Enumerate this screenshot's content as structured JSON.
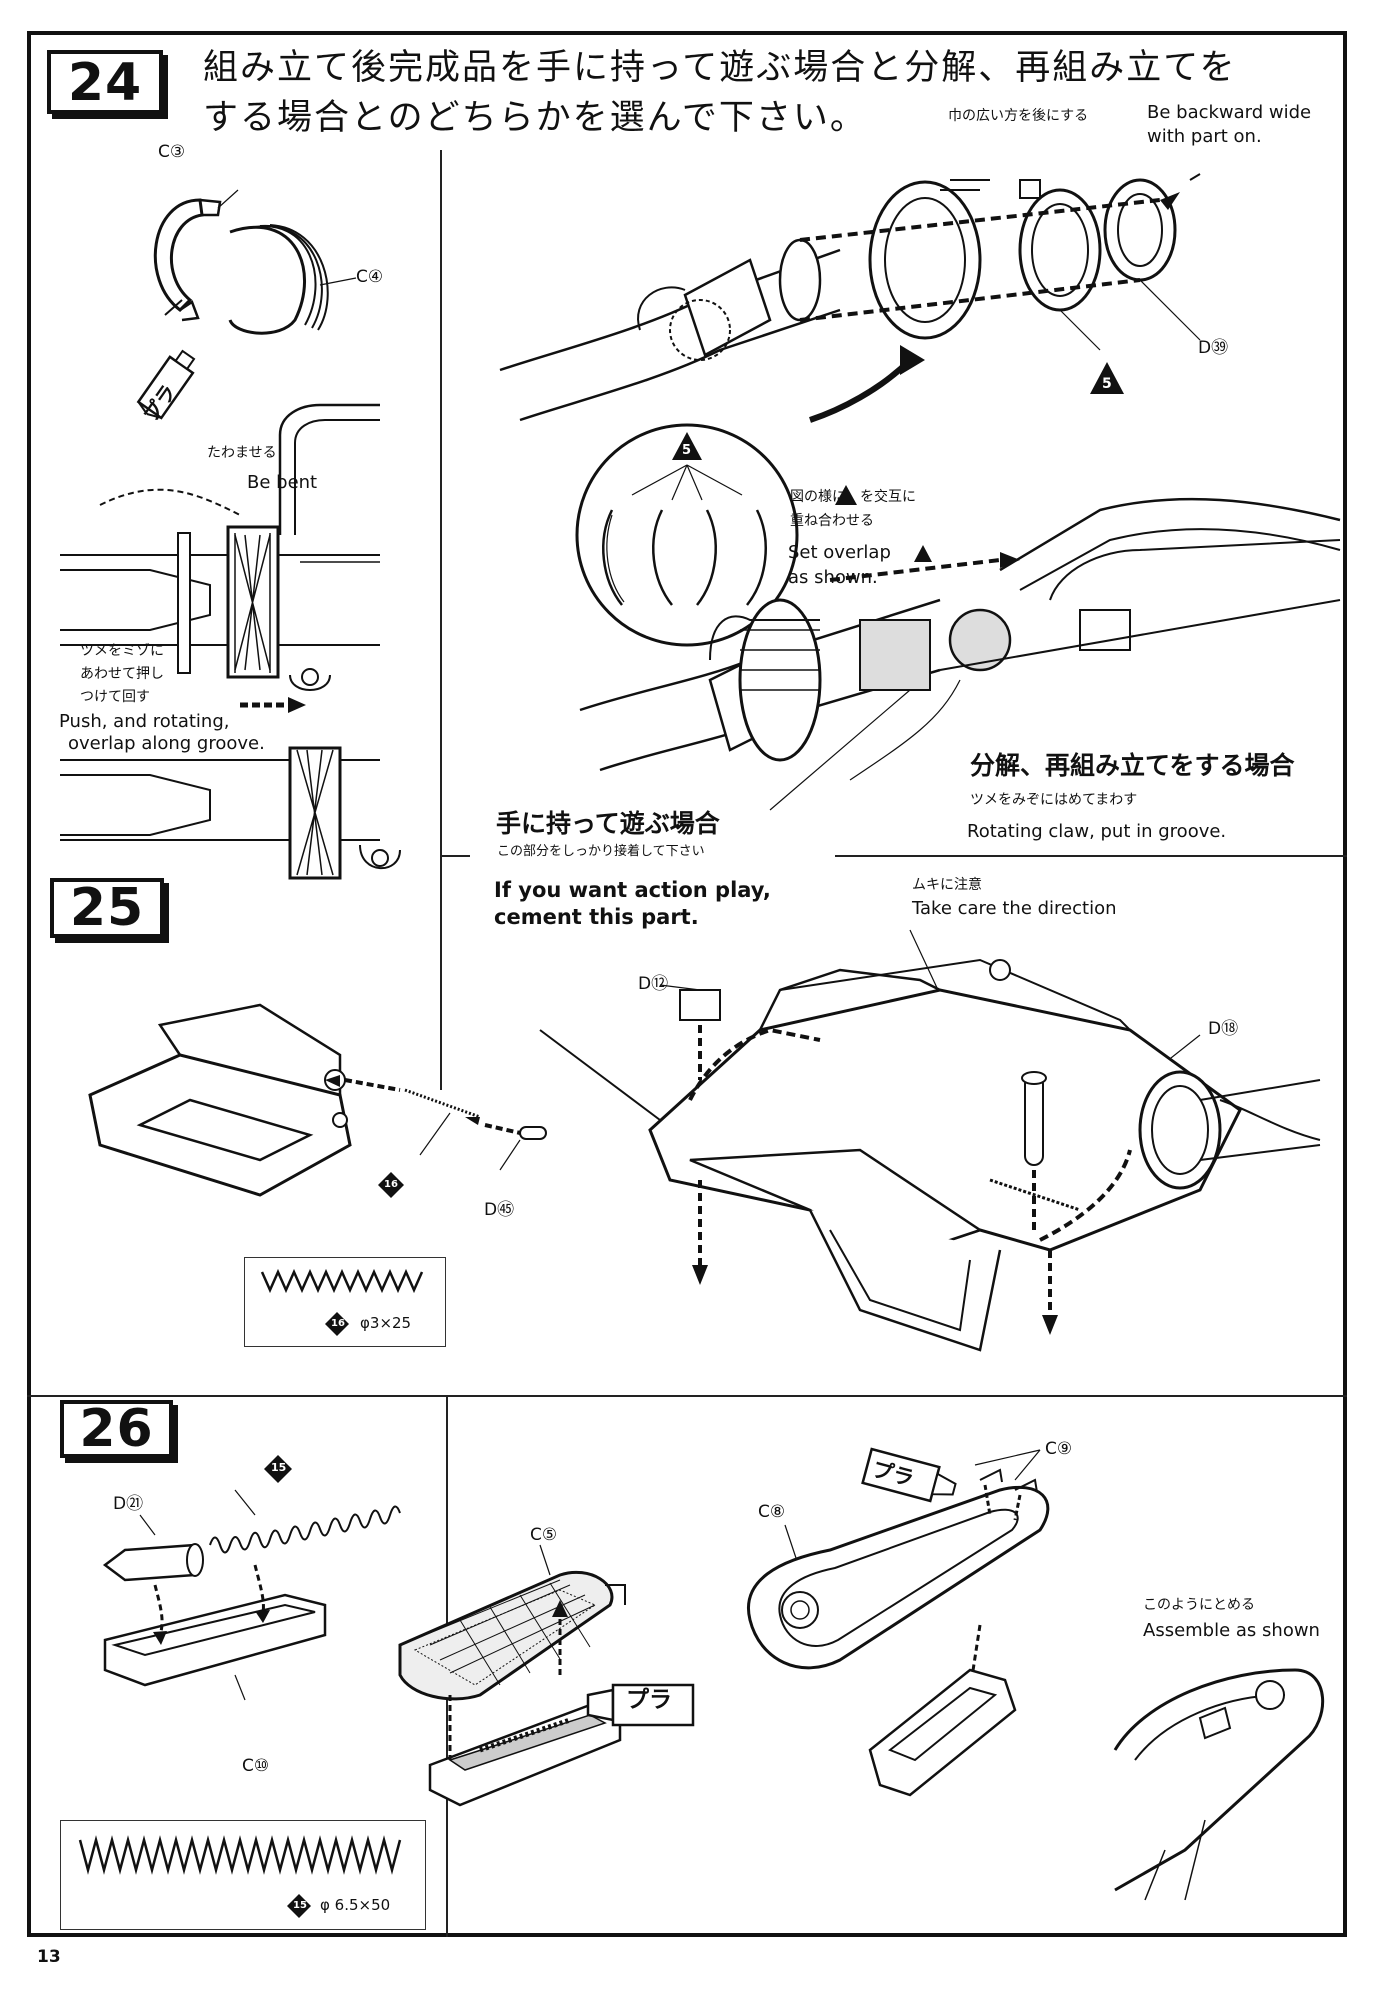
{
  "step24": {
    "number": "24",
    "heading_line1": "組み立て後完成品を手に持って遊ぶ場合と分解、再組み立てを",
    "heading_line2": "する場合とのどちらかを選んで下さい。",
    "label_c3": "C③",
    "label_c4": "C④",
    "glue_label": "プラ",
    "bend_jp": "たわませる",
    "bend_en": "Be bent",
    "claw_jp_1": "ツメをミゾに",
    "claw_jp_2": "あわせて押し",
    "claw_jp_3": "つけて回す",
    "claw_en_1": "Push, and rotating,",
    "claw_en_2": "overlap along groove.",
    "wide_jp": "巾の広い方を後にする",
    "wide_en_1": "Be backward wide",
    "wide_en_2": "with part on.",
    "label_d39": "D㊴",
    "marker_5": "5",
    "overlap_jp_1a": "図の様に",
    "overlap_jp_1b": "を交互に",
    "overlap_jp_2": "重ね合わせる",
    "overlap_en_1": "Set overlap",
    "overlap_en_2": "as shown.",
    "action_jp": "手に持って遊ぶ場合",
    "action_jp_sub": "この部分をしっかり接着して下さい",
    "action_en_1": "If you want action play,",
    "action_en_2": "cement this part.",
    "disassemble_jp": "分解、再組み立てをする場合",
    "disassemble_jp_sub": "ツメをみぞにはめてまわす",
    "disassemble_en": "Rotating claw, put in groove."
  },
  "step25": {
    "number": "25",
    "label_d45": "D㊺",
    "spring_marker": "16",
    "spring_spec": "φ3×25",
    "direction_jp": "ムキに注意",
    "direction_en": "Take care the direction",
    "label_d12": "D⑫",
    "label_d18": "D⑱"
  },
  "step26": {
    "number": "26",
    "spring_marker": "15",
    "label_d21": "D㉑",
    "label_c10": "C⑩",
    "spring_spec": "φ 6.5×50",
    "label_c5": "C⑤",
    "glue_label": "プラ",
    "label_c9": "C⑨",
    "label_c8": "C⑧",
    "glue_label_2": "プラ",
    "assemble_jp": "このようにとめる",
    "assemble_en": "Assemble as shown"
  },
  "page_number": "13"
}
